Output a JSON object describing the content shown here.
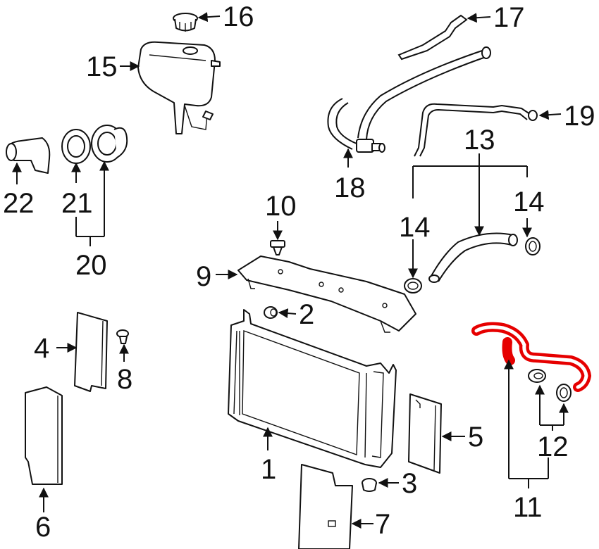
{
  "diagram": {
    "highlight_color": "#e60000",
    "line_color": "#111111",
    "background": "#ffffff",
    "highlighted_part": "11",
    "callouts": {
      "c1": "1",
      "c2": "2",
      "c3": "3",
      "c4": "4",
      "c5": "5",
      "c6": "6",
      "c7": "7",
      "c8": "8",
      "c9": "9",
      "c10": "10",
      "c11": "11",
      "c12": "12",
      "c13": "13",
      "c14a": "14",
      "c14b": "14",
      "c15": "15",
      "c16": "16",
      "c17": "17",
      "c18": "18",
      "c19": "19",
      "c20": "20",
      "c21": "21",
      "c22": "22"
    }
  }
}
